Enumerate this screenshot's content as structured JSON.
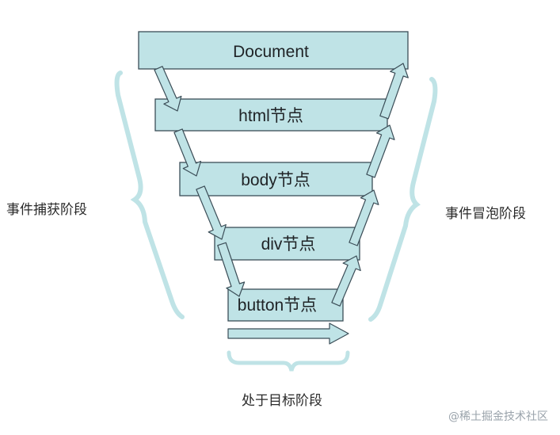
{
  "diagram": {
    "nodes": {
      "document": "Document",
      "html": "html节点",
      "body": "body节点",
      "div": "div节点",
      "button": "button节点"
    },
    "phases": {
      "capture": "事件捕获阶段",
      "bubble": "事件冒泡阶段",
      "target": "处于目标阶段"
    },
    "watermark": "@稀土掘金技术社区"
  },
  "colors": {
    "box_fill": "#bfe3e6",
    "box_stroke": "#3b4d57",
    "brace": "#bfe3e6",
    "text": "#1f2326"
  }
}
